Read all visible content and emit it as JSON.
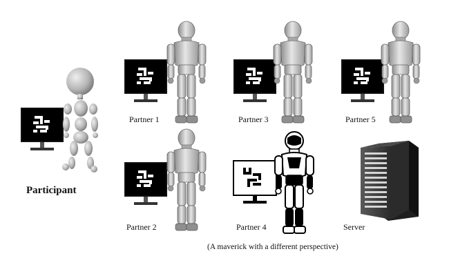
{
  "labels": {
    "participant": "Participant",
    "partner1": "Partner 1",
    "partner2": "Partner 2",
    "partner3": "Partner 3",
    "partner4": "Partner 4",
    "partner5": "Partner 5",
    "server": "Server",
    "maverick_note": "(A maverick with a different perspective)"
  },
  "colors": {
    "robot_gray": "#c9c9c9",
    "robot_shade": "#8a8a8a",
    "screen": "#111111",
    "server_body": "#3a3a3a",
    "maverick_outline": "#000000"
  },
  "icons": {
    "monitor": "monitor-icon",
    "robot": "humanoid-robot-icon",
    "mannequin": "mannequin-icon",
    "server": "server-rack-icon"
  }
}
